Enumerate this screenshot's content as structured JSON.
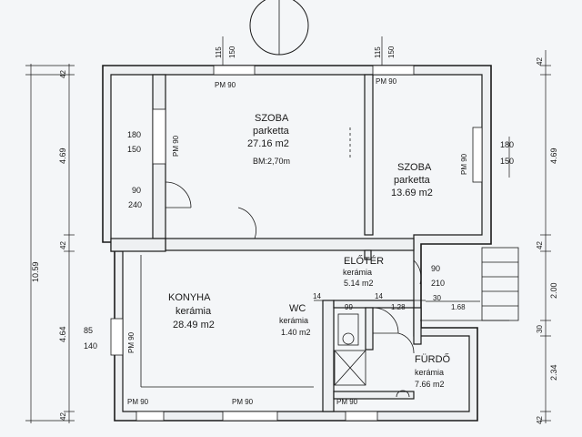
{
  "rooms": {
    "szoba1": {
      "name": "SZOBA",
      "floor": "parketta",
      "area": "27.16 m2",
      "height": "BM:2,70m"
    },
    "szoba2": {
      "name": "SZOBA",
      "floor": "parketta",
      "area": "13.69 m2"
    },
    "eloter": {
      "name": "ELŐTÉR",
      "floor": "kerámia",
      "area": "5.14 m2"
    },
    "konyha": {
      "name": "KONYHA",
      "floor": "kerámia",
      "area": "28.49 m2"
    },
    "wc": {
      "name": "WC",
      "floor": "kerámia",
      "area": "1.40 m2"
    },
    "furdo": {
      "name": "FÜRDŐ",
      "floor": "kerámia",
      "area": "7.66 m2"
    }
  },
  "windows": {
    "top_left": {
      "label": "PM 90",
      "w": "115",
      "h": "150"
    },
    "top_right": {
      "label": "PM 90",
      "w": "115",
      "h": "150"
    },
    "left_upper": {
      "label": "PM 90",
      "w": "180",
      "h": "150"
    },
    "right": {
      "label": "PM 90",
      "w": "180",
      "h": "150"
    },
    "left_lower": {
      "label": "PM 90",
      "w": "85",
      "h": "140"
    },
    "bottom_left": {
      "label": "PM 90"
    },
    "bottom_mid": {
      "label": "PM 90"
    },
    "bottom_right": {
      "label": "PM 90"
    }
  },
  "doors": {
    "left": {
      "w": "90",
      "h": "240"
    },
    "entry": {
      "w": "90",
      "h": "210"
    }
  },
  "dims": {
    "left_total": "10.59",
    "left_segments": [
      "42",
      "4.69",
      "42",
      "4.64",
      "42"
    ],
    "right_segments": [
      "42",
      "4.69",
      "42",
      "2.00",
      "30",
      "2.34",
      "42"
    ],
    "inner": {
      "d14a": "14",
      "d99": "99",
      "d14b": "14",
      "d128": "1.28",
      "d30": "30",
      "d168": "1.68"
    }
  }
}
